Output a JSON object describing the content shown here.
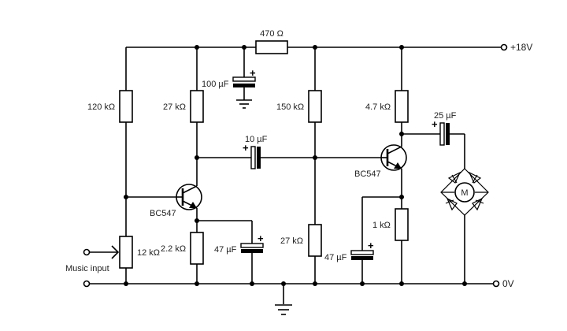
{
  "labels": {
    "r_470": "470 Ω",
    "vplus": "+18V",
    "c_100u": "100 µF",
    "r_120k": "120 kΩ",
    "r_27k_a": "27 kΩ",
    "r_150k": "150 kΩ",
    "r_4k7": "4.7 kΩ",
    "c_25u": "25 µF",
    "c_10u": "10 µF",
    "q1": "BC547",
    "q2": "BC547",
    "r_12k": "12 kΩ",
    "music_input": "Music input",
    "r_2k2": "2.2 kΩ",
    "c_47u_a": "47 µF",
    "r_27k_b": "27 kΩ",
    "c_47u_b": "47 µF",
    "r_1k": "1 kΩ",
    "motor": "M",
    "zero_v": "0V"
  },
  "polarity_sign": "+"
}
